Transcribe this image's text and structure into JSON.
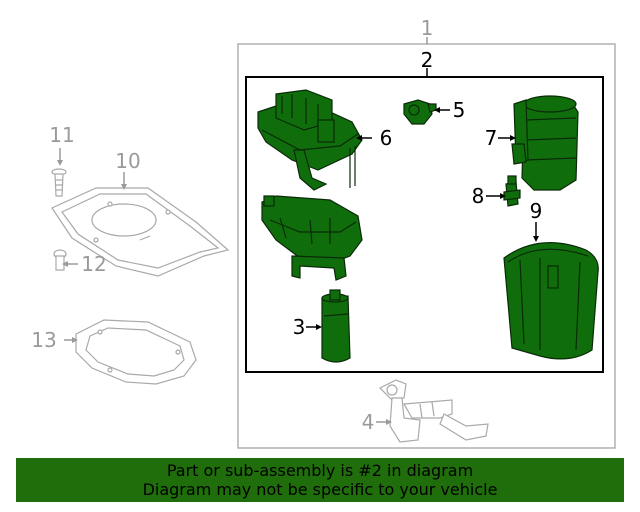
{
  "callouts": {
    "c1": "1",
    "c2": "2",
    "c3": "3",
    "c4": "4",
    "c5": "5",
    "c6": "6",
    "c7": "7",
    "c8": "8",
    "c9": "9",
    "c10": "10",
    "c11": "11",
    "c12": "12",
    "c13": "13"
  },
  "banner": {
    "line1": "Part or sub-assembly is #2 in diagram",
    "line2": "Diagram may not be specific to your vehicle"
  },
  "colors": {
    "highlight": "#0f6e0b",
    "banner": "#1f6e0b",
    "grey": "#9a9a9a"
  }
}
